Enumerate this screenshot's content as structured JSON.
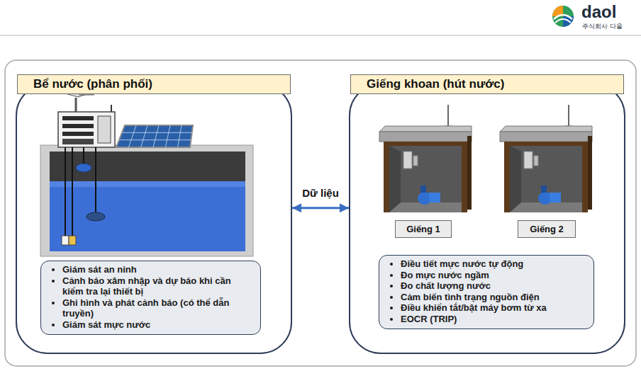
{
  "diagram": {
    "nodes": [
      {
        "text": [
          "Bể nước (phân phối)"
        ]
      },
      {
        "text": [
          "Giám sát an ninh",
          "Cảnh báo xâm nhập và dự báo khi cần kiểm tra lại thiết bị",
          "Ghi hình và phát cảnh báo (có thể dẫn truyền)",
          "Giám sát mực nước"
        ],
        "in": 0
      },
      {
        "text": [
          "Giếng khoan (hút nước)"
        ]
      },
      {
        "text": [
          "Giếng 1"
        ],
        "in": 2
      },
      {
        "text": [
          "Giếng 2"
        ],
        "in": 2
      },
      {
        "text": [
          "Điều tiết mực nước tự động",
          "Đo mực nước ngầm",
          "Đo chất lượng nước",
          "Cảm biến tình trạng nguồn điện",
          "Điều khiển tắt/bật máy bơm từ xa",
          "EOCR (TRIP)"
        ],
        "in": 2
      }
    ],
    "edges": [
      {
        "from": 0,
        "to": 2,
        "label": "Dữ liệu",
        "arrow": "both"
      }
    ],
    "labels": [
      "daol",
      "주식회사 다올"
    ]
  }
}
